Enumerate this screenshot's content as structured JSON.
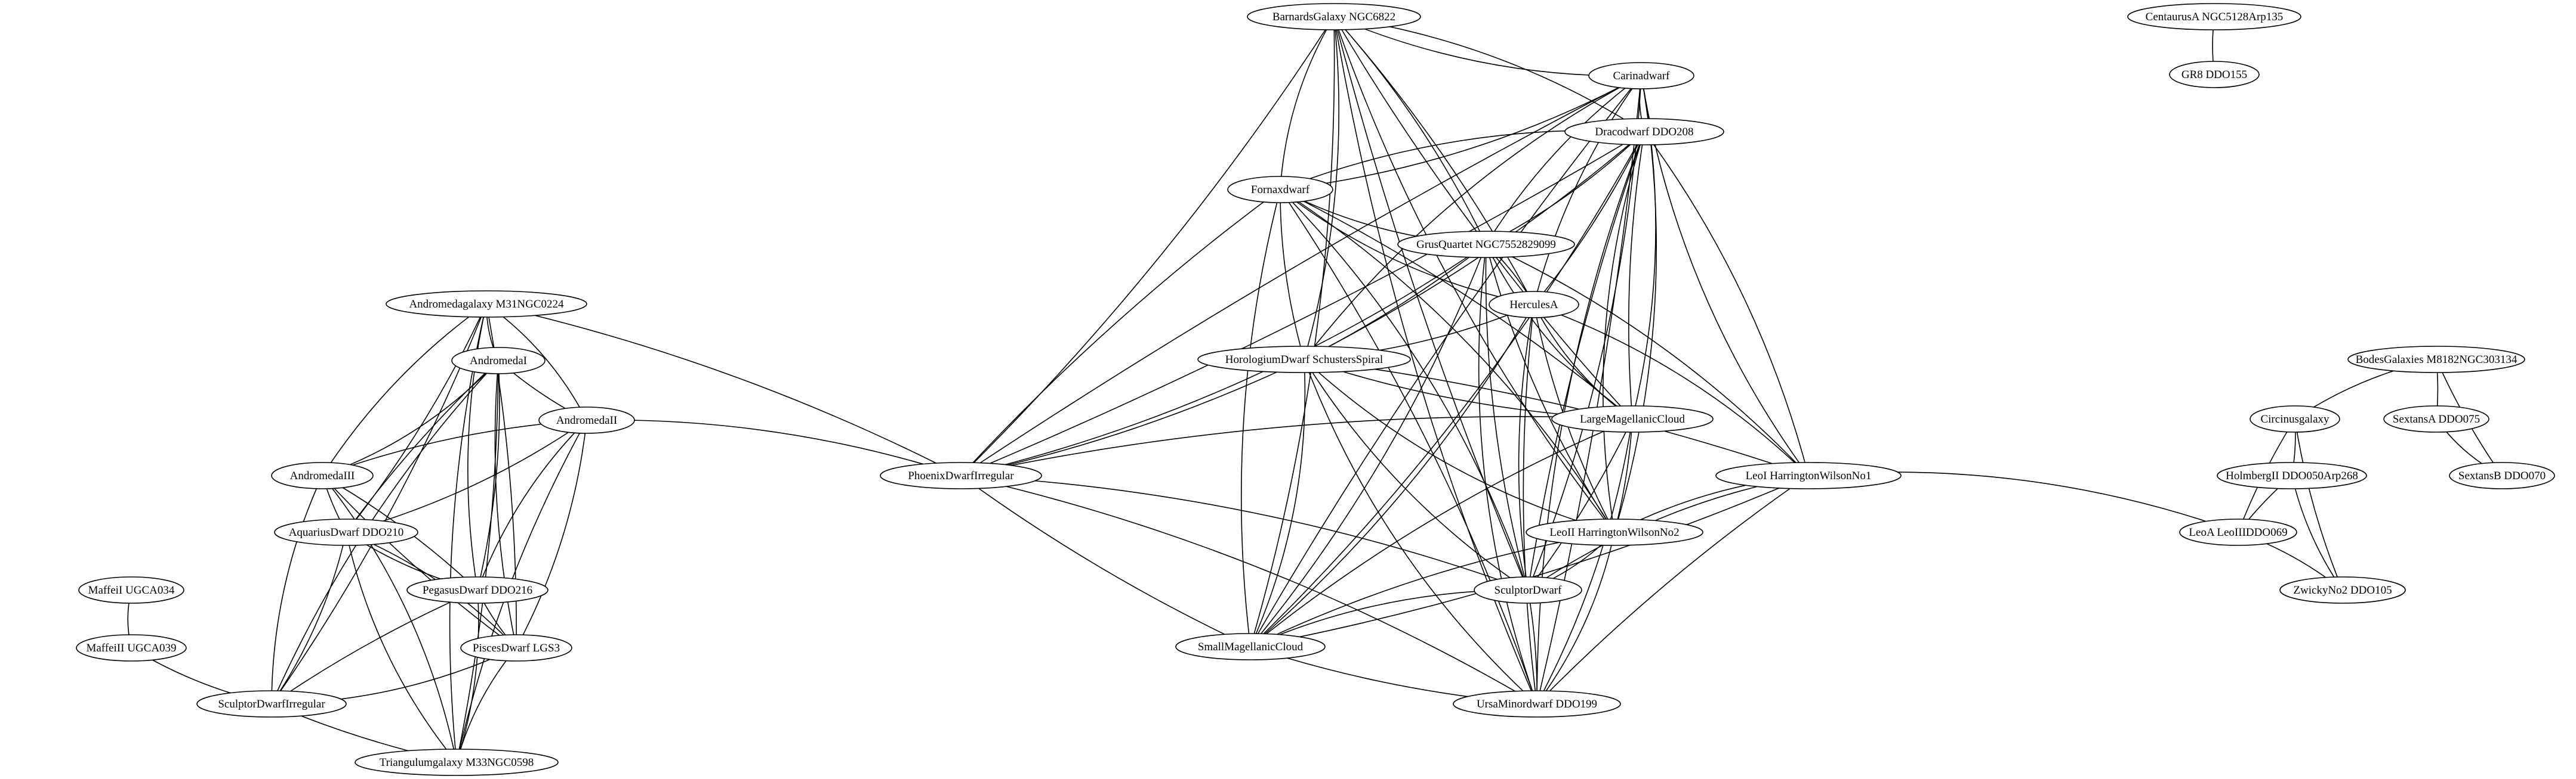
{
  "graph": {
    "type": "undirected",
    "nodes": [
      {
        "id": "barnards",
        "label": "BarnardsGalaxy NGC6822"
      },
      {
        "id": "carina",
        "label": "Carinadwarf"
      },
      {
        "id": "draco",
        "label": "Dracodwarf DDO208"
      },
      {
        "id": "fornax",
        "label": "Fornaxdwarf"
      },
      {
        "id": "grus",
        "label": "GrusQuartet NGC7552829099"
      },
      {
        "id": "hercules",
        "label": "HerculesA"
      },
      {
        "id": "horologium",
        "label": "HorologiumDwarf SchustersSpiral"
      },
      {
        "id": "lmc",
        "label": "LargeMagellanicCloud"
      },
      {
        "id": "leoi",
        "label": "LeoI HarringtonWilsonNo1"
      },
      {
        "id": "leoii",
        "label": "LeoII HarringtonWilsonNo2"
      },
      {
        "id": "sculptor",
        "label": "SculptorDwarf"
      },
      {
        "id": "smc",
        "label": "SmallMagellanicCloud"
      },
      {
        "id": "ursaminor",
        "label": "UrsaMinordwarf DDO199"
      },
      {
        "id": "phoenix",
        "label": "PhoenixDwarfIrregular"
      },
      {
        "id": "andromedagalaxy",
        "label": "Andromedagalaxy M31NGC0224"
      },
      {
        "id": "andromedai",
        "label": "AndromedaI"
      },
      {
        "id": "andromedaii",
        "label": "AndromedaII"
      },
      {
        "id": "andromedaiii",
        "label": "AndromedaIII"
      },
      {
        "id": "aquarius",
        "label": "AquariusDwarf DDO210"
      },
      {
        "id": "pegasus",
        "label": "PegasusDwarf DDO216"
      },
      {
        "id": "pisces",
        "label": "PiscesDwarf LGS3"
      },
      {
        "id": "maffeii",
        "label": "MaffeiI UGCA034"
      },
      {
        "id": "maffeiii",
        "label": "MaffeiII UGCA039"
      },
      {
        "id": "sculptorirr",
        "label": "SculptorDwarfIrregular"
      },
      {
        "id": "triangulum",
        "label": "Triangulumgalaxy M33NGC0598"
      },
      {
        "id": "centaurus",
        "label": "CentaurusA NGC5128Arp135"
      },
      {
        "id": "gr8",
        "label": "GR8 DDO155"
      },
      {
        "id": "bodes",
        "label": "BodesGalaxies M8182NGC303134"
      },
      {
        "id": "circinus",
        "label": "Circinusgalaxy"
      },
      {
        "id": "sextansa",
        "label": "SextansA DDO075"
      },
      {
        "id": "sextansb",
        "label": "SextansB DDO070"
      },
      {
        "id": "holmberg",
        "label": "HolmbergII DDO050Arp268"
      },
      {
        "id": "leoa",
        "label": "LeoA LeoIIIDDO069"
      },
      {
        "id": "zwicky",
        "label": "ZwickyNo2 DDO105"
      }
    ],
    "edges": [
      [
        "barnards",
        "carina"
      ],
      [
        "barnards",
        "draco"
      ],
      [
        "barnards",
        "fornax"
      ],
      [
        "barnards",
        "grus"
      ],
      [
        "barnards",
        "hercules"
      ],
      [
        "barnards",
        "horologium"
      ],
      [
        "barnards",
        "lmc"
      ],
      [
        "barnards",
        "phoenix"
      ],
      [
        "barnards",
        "sculptor"
      ],
      [
        "barnards",
        "smc"
      ],
      [
        "barnards",
        "ursaminor"
      ],
      [
        "barnards",
        "leoii"
      ],
      [
        "carina",
        "draco"
      ],
      [
        "carina",
        "fornax"
      ],
      [
        "carina",
        "grus"
      ],
      [
        "carina",
        "hercules"
      ],
      [
        "carina",
        "horologium"
      ],
      [
        "carina",
        "lmc"
      ],
      [
        "carina",
        "leoi"
      ],
      [
        "carina",
        "leoii"
      ],
      [
        "carina",
        "sculptor"
      ],
      [
        "carina",
        "smc"
      ],
      [
        "carina",
        "ursaminor"
      ],
      [
        "carina",
        "phoenix"
      ],
      [
        "draco",
        "fornax"
      ],
      [
        "draco",
        "grus"
      ],
      [
        "draco",
        "hercules"
      ],
      [
        "draco",
        "horologium"
      ],
      [
        "draco",
        "lmc"
      ],
      [
        "draco",
        "leoi"
      ],
      [
        "draco",
        "leoii"
      ],
      [
        "draco",
        "sculptor"
      ],
      [
        "draco",
        "smc"
      ],
      [
        "draco",
        "ursaminor"
      ],
      [
        "draco",
        "phoenix"
      ],
      [
        "fornax",
        "grus"
      ],
      [
        "fornax",
        "hercules"
      ],
      [
        "fornax",
        "horologium"
      ],
      [
        "fornax",
        "lmc"
      ],
      [
        "fornax",
        "leoii"
      ],
      [
        "fornax",
        "sculptor"
      ],
      [
        "fornax",
        "smc"
      ],
      [
        "fornax",
        "ursaminor"
      ],
      [
        "fornax",
        "phoenix"
      ],
      [
        "grus",
        "hercules"
      ],
      [
        "grus",
        "horologium"
      ],
      [
        "grus",
        "lmc"
      ],
      [
        "grus",
        "leoi"
      ],
      [
        "grus",
        "leoii"
      ],
      [
        "grus",
        "sculptor"
      ],
      [
        "grus",
        "smc"
      ],
      [
        "grus",
        "ursaminor"
      ],
      [
        "grus",
        "phoenix"
      ],
      [
        "hercules",
        "horologium"
      ],
      [
        "hercules",
        "lmc"
      ],
      [
        "hercules",
        "leoi"
      ],
      [
        "hercules",
        "leoii"
      ],
      [
        "hercules",
        "sculptor"
      ],
      [
        "hercules",
        "smc"
      ],
      [
        "hercules",
        "ursaminor"
      ],
      [
        "horologium",
        "lmc"
      ],
      [
        "horologium",
        "leoi"
      ],
      [
        "horologium",
        "leoii"
      ],
      [
        "horologium",
        "sculptor"
      ],
      [
        "horologium",
        "smc"
      ],
      [
        "horologium",
        "ursaminor"
      ],
      [
        "horologium",
        "phoenix"
      ],
      [
        "lmc",
        "leoii"
      ],
      [
        "lmc",
        "sculptor"
      ],
      [
        "lmc",
        "smc"
      ],
      [
        "lmc",
        "ursaminor"
      ],
      [
        "lmc",
        "phoenix"
      ],
      [
        "leoi",
        "leoii"
      ],
      [
        "leoi",
        "sculptor"
      ],
      [
        "leoi",
        "smc"
      ],
      [
        "leoi",
        "ursaminor"
      ],
      [
        "leoi",
        "leoa"
      ],
      [
        "leoii",
        "sculptor"
      ],
      [
        "leoii",
        "smc"
      ],
      [
        "leoii",
        "ursaminor"
      ],
      [
        "sculptor",
        "smc"
      ],
      [
        "sculptor",
        "ursaminor"
      ],
      [
        "sculptor",
        "phoenix"
      ],
      [
        "smc",
        "ursaminor"
      ],
      [
        "smc",
        "phoenix"
      ],
      [
        "ursaminor",
        "phoenix"
      ],
      [
        "andromedagalaxy",
        "andromedai"
      ],
      [
        "andromedagalaxy",
        "andromedaii"
      ],
      [
        "andromedagalaxy",
        "andromedaiii"
      ],
      [
        "andromedagalaxy",
        "aquarius"
      ],
      [
        "andromedagalaxy",
        "pegasus"
      ],
      [
        "andromedagalaxy",
        "pisces"
      ],
      [
        "andromedagalaxy",
        "phoenix"
      ],
      [
        "andromedagalaxy",
        "sculptorirr"
      ],
      [
        "andromedagalaxy",
        "triangulum"
      ],
      [
        "andromedai",
        "andromedaii"
      ],
      [
        "andromedai",
        "andromedaiii"
      ],
      [
        "andromedai",
        "aquarius"
      ],
      [
        "andromedai",
        "pegasus"
      ],
      [
        "andromedai",
        "pisces"
      ],
      [
        "andromedai",
        "sculptorirr"
      ],
      [
        "andromedai",
        "triangulum"
      ],
      [
        "andromedaii",
        "andromedaiii"
      ],
      [
        "andromedaii",
        "aquarius"
      ],
      [
        "andromedaii",
        "pegasus"
      ],
      [
        "andromedaii",
        "pisces"
      ],
      [
        "andromedaii",
        "phoenix"
      ],
      [
        "andromedaii",
        "triangulum"
      ],
      [
        "andromedaiii",
        "aquarius"
      ],
      [
        "andromedaiii",
        "pegasus"
      ],
      [
        "andromedaiii",
        "pisces"
      ],
      [
        "andromedaiii",
        "sculptorirr"
      ],
      [
        "andromedaiii",
        "triangulum"
      ],
      [
        "aquarius",
        "pegasus"
      ],
      [
        "aquarius",
        "pisces"
      ],
      [
        "aquarius",
        "sculptorirr"
      ],
      [
        "aquarius",
        "triangulum"
      ],
      [
        "pegasus",
        "pisces"
      ],
      [
        "pegasus",
        "sculptorirr"
      ],
      [
        "pegasus",
        "triangulum"
      ],
      [
        "pisces",
        "sculptorirr"
      ],
      [
        "pisces",
        "triangulum"
      ],
      [
        "maffeii",
        "maffeiii"
      ],
      [
        "maffeiii",
        "sculptorirr"
      ],
      [
        "sculptorirr",
        "triangulum"
      ],
      [
        "centaurus",
        "gr8"
      ],
      [
        "bodes",
        "circinus"
      ],
      [
        "bodes",
        "sextansa"
      ],
      [
        "bodes",
        "sextansb"
      ],
      [
        "sextansa",
        "sextansb"
      ],
      [
        "circinus",
        "holmberg"
      ],
      [
        "circinus",
        "leoa"
      ],
      [
        "circinus",
        "zwicky"
      ],
      [
        "holmberg",
        "leoa"
      ],
      [
        "holmberg",
        "zwicky"
      ],
      [
        "leoa",
        "zwicky"
      ]
    ]
  }
}
